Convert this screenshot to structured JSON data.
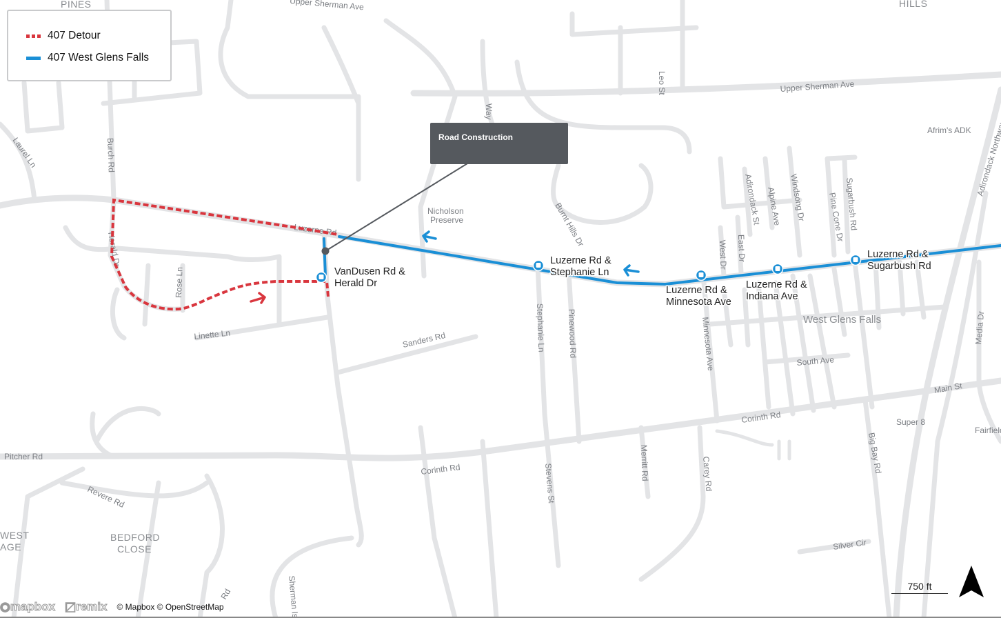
{
  "legend": {
    "items": [
      {
        "label": "407 Detour",
        "color": "#d9363e",
        "style": "dashed"
      },
      {
        "label": "407 West Glens Falls",
        "color": "#1a8fd6",
        "style": "solid"
      }
    ]
  },
  "popup": {
    "title": "Road Construction"
  },
  "stops": [
    {
      "line1": "VanDusen Rd &",
      "line2": "Herald Dr"
    },
    {
      "line1": "Luzerne Rd &",
      "line2": "Stephanie Ln"
    },
    {
      "line1": "Luzerne Rd &",
      "line2": "Minnesota Ave"
    },
    {
      "line1": "Luzerne Rd &",
      "line2": "Indiana Ave"
    },
    {
      "line1": "Luzerne Rd &",
      "line2": "Sugarbush Rd"
    }
  ],
  "places": {
    "pines": "PINES",
    "hills": "HILLS",
    "bedford1": "BEDFORD",
    "bedford2": "CLOSE",
    "west1": "WEST",
    "west2": "AGE",
    "west_glens_falls": "West Glens Falls",
    "nicholson1": "Nicholson",
    "nicholson2": "Preserve",
    "afrims": "Afrim's ADK",
    "super8": "Super 8",
    "fairfield": "Fairfield"
  },
  "roads": {
    "upper_sherman_top": "Upper Sherman Ave",
    "upper_sherman": "Upper Sherman Ave",
    "leo": "Leo St",
    "way": "Way",
    "laurel": "Laurel Ln",
    "burch": "Burch Rd",
    "luzerne": "Luzerne Rd",
    "herald": "Herald Dr",
    "rose": "Rose Ln",
    "linette": "Linette Ln",
    "sanders": "Sanders Rd",
    "burnt_hills": "Burnt Hills Dr",
    "stephanie": "Stephanie Ln",
    "pinewood": "Pinewood Rd",
    "west_dr": "West Dr",
    "east_dr": "East Dr",
    "adirondack": "Adirondack St",
    "alpine": "Alpine Ave",
    "windsong": "Windsong Dr",
    "pine_cone": "Pine Cone Dr",
    "sugarbush": "Sugarbush Rd",
    "northway": "Adirondack Northway",
    "minnesota": "Minnesota Ave",
    "south": "South Ave",
    "main": "Main St",
    "media": "Media Dr",
    "corinth1": "Corinth Rd",
    "corinth2": "Corinth Rd",
    "merritt": "Merritt Rd",
    "carey": "Carey Rd",
    "big_bay": "Big Bay Rd",
    "stevens": "Stevens St",
    "pitcher": "Pitcher Rd",
    "revere": "Revere Rd",
    "silver": "Silver Cir",
    "sherman_isl": "Sherman Isl",
    "rd_bottom": "Rd"
  },
  "attribution": {
    "mapbox_logo": "mapbox",
    "remix_logo": "remix",
    "text": "© Mapbox © OpenStreetMap"
  },
  "scale": {
    "label": "750 ft"
  }
}
